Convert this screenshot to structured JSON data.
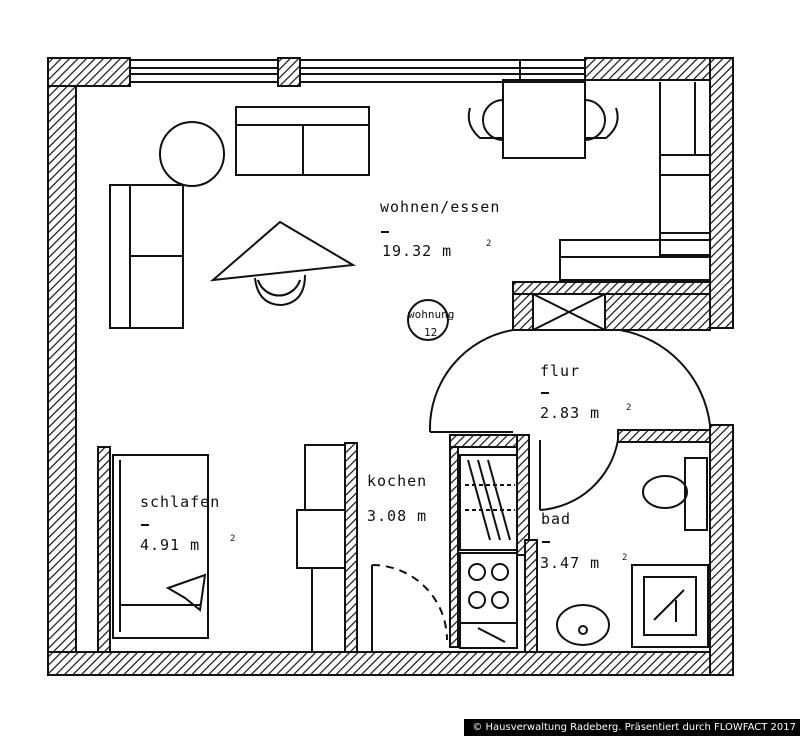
{
  "rooms": {
    "wohnen": {
      "name": "wohnen/essen",
      "area": "19.32 m"
    },
    "flur": {
      "name": "flur",
      "area": "2.83 m"
    },
    "kochen": {
      "name": "kochen",
      "area": "3.08 m"
    },
    "schlafen": {
      "name": "schlafen",
      "area": "4.91 m"
    },
    "bad": {
      "name": "bad",
      "area": "3.47 m"
    }
  },
  "area_superscript": "2",
  "entrance_label": {
    "line1": "wohnung",
    "line2": "12"
  },
  "copyright": "© Hausverwaltung Radeberg. Präsentiert durch FLOWFACT 2017"
}
